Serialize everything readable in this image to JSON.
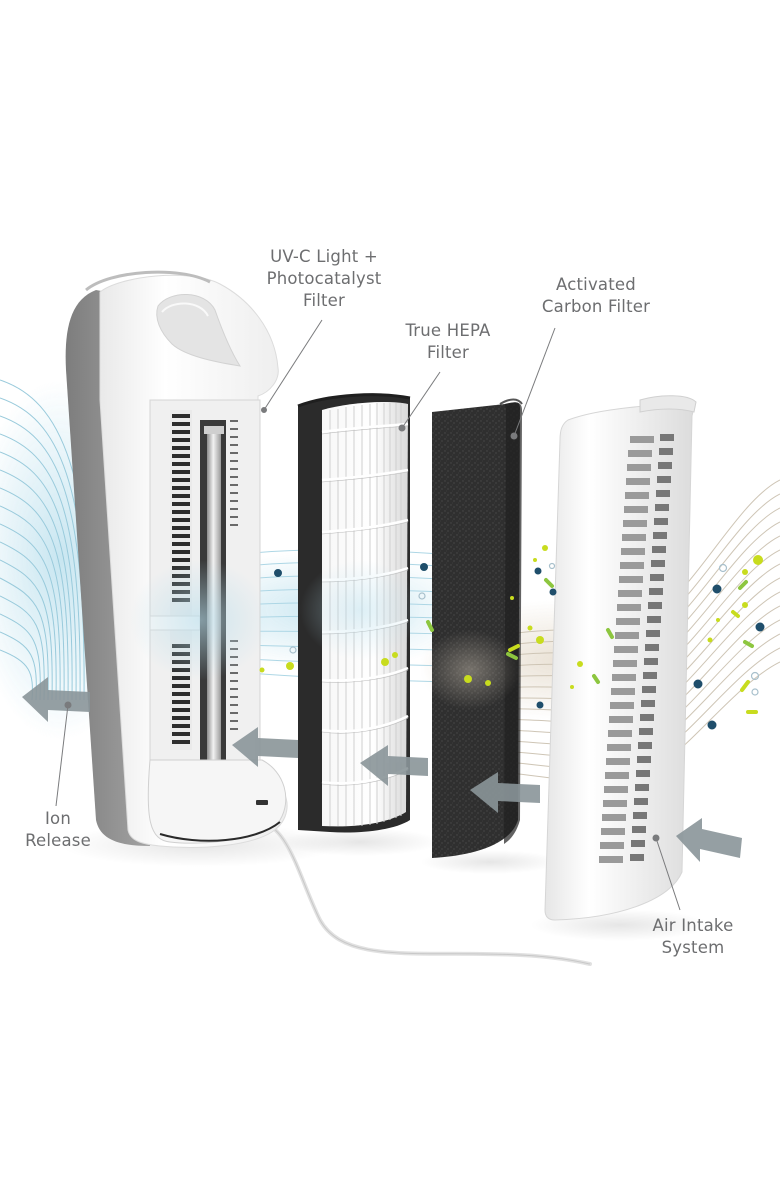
{
  "diagram": {
    "subject": "Air purifier exploded view with filtration stages",
    "colors": {
      "background": "#ffffff",
      "label_text": "#6d6e70",
      "leader_line": "#7a7b7d",
      "arrow": "#8a9599",
      "clean_air": "#8ec5d8",
      "dirty_air": "#c9bfae",
      "hepa_frame": "#2b2b2b",
      "carbon": "#333333",
      "housing_white": "#f4f4f4",
      "housing_grey": "#8d8d8d",
      "particle_yellow": "#c8dc1e",
      "particle_green": "#8dc63f",
      "particle_navy": "#1f4e6b"
    },
    "labels": [
      {
        "id": "uvc",
        "lines": [
          "UV-C Light +",
          "Photocatalyst",
          "Filter"
        ]
      },
      {
        "id": "hepa",
        "lines": [
          "True HEPA",
          "Filter"
        ]
      },
      {
        "id": "carbon",
        "lines": [
          "Activated",
          "Carbon Filter"
        ]
      },
      {
        "id": "ion",
        "lines": [
          "Ion",
          "Release"
        ]
      },
      {
        "id": "intake",
        "lines": [
          "Air Intake",
          "System"
        ]
      }
    ],
    "components": [
      {
        "id": "main-unit",
        "name": "Purifier housing"
      },
      {
        "id": "hepa-filter",
        "name": "True HEPA Filter"
      },
      {
        "id": "carbon-filter",
        "name": "Activated Carbon Filter"
      },
      {
        "id": "intake-grille",
        "name": "Air Intake System"
      }
    ],
    "flow": {
      "direction": "right-to-left",
      "arrows": 5
    }
  }
}
